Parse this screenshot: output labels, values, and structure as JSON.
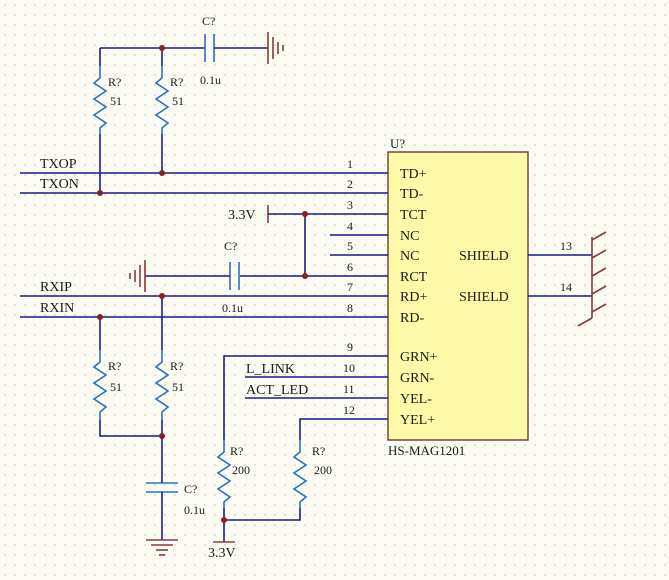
{
  "chip": {
    "designator": "U?",
    "part": "HS-MAG1201",
    "pins": [
      {
        "num": "1",
        "name": "TD+"
      },
      {
        "num": "2",
        "name": "TD-"
      },
      {
        "num": "3",
        "name": "TCT"
      },
      {
        "num": "4",
        "name": "NC"
      },
      {
        "num": "5",
        "name": "NC"
      },
      {
        "num": "6",
        "name": "RCT"
      },
      {
        "num": "7",
        "name": "RD+"
      },
      {
        "num": "8",
        "name": "RD-"
      },
      {
        "num": "9",
        "name": "GRN+"
      },
      {
        "num": "10",
        "name": "GRN-"
      },
      {
        "num": "11",
        "name": "YEL-"
      },
      {
        "num": "12",
        "name": "YEL+"
      },
      {
        "num": "13",
        "name": "SHIELD"
      },
      {
        "num": "14",
        "name": "SHIELD"
      }
    ]
  },
  "nets": {
    "txop": "TXOP",
    "txon": "TXON",
    "rxip": "RXIP",
    "rxin": "RXIN",
    "l_link": "L_LINK",
    "act_led": "ACT_LED",
    "vcc_tct": "3.3V",
    "vcc_bottom": "3.3V"
  },
  "components": {
    "c_top": {
      "ref": "C?",
      "value": "0.1u"
    },
    "c_mid": {
      "ref": "C?",
      "value": "0.1u"
    },
    "c_bottom": {
      "ref": "C?",
      "value": "0.1u"
    },
    "r_top_left": {
      "ref": "R?",
      "value": "51"
    },
    "r_top_right": {
      "ref": "R?",
      "value": "51"
    },
    "r_bot_left": {
      "ref": "R?",
      "value": "51"
    },
    "r_bot_right": {
      "ref": "R?",
      "value": "51"
    },
    "r_led_left": {
      "ref": "R?",
      "value": "200"
    },
    "r_led_right": {
      "ref": "R?",
      "value": "200"
    }
  }
}
